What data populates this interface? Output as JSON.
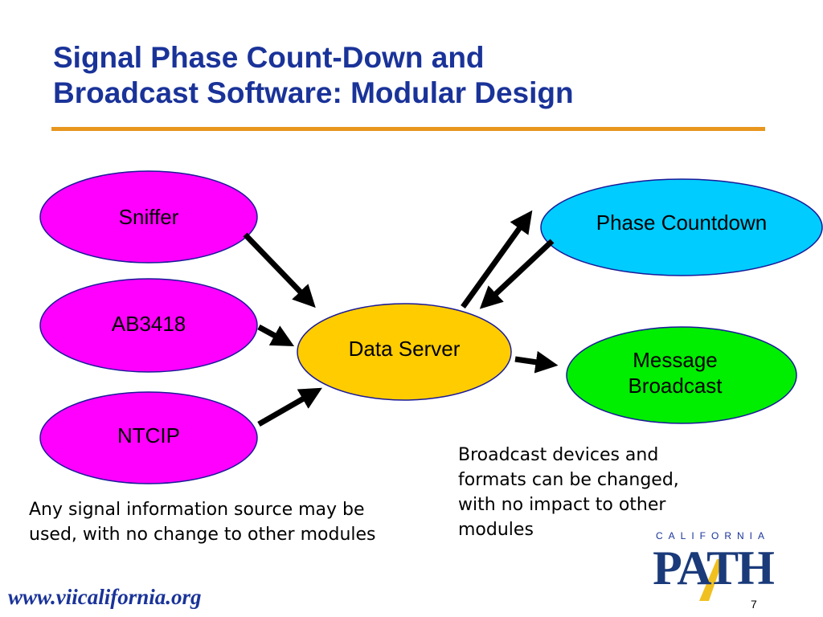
{
  "title": {
    "line1": "Signal Phase Count-Down and",
    "line2": "Broadcast Software: Modular Design"
  },
  "nodes": {
    "sniffer": "Sniffer",
    "ab3418": "AB3418",
    "ntcip": "NTCIP",
    "data_server": "Data Server",
    "phase_countdown": "Phase Countdown",
    "message_broadcast_line1": "Message",
    "message_broadcast_line2": "Broadcast"
  },
  "notes": {
    "sources": [
      "Any signal information source may be",
      "used, with no change to other modules"
    ],
    "broadcast": [
      "Broadcast devices and",
      "formats can be changed,",
      "with no impact to other",
      "modules"
    ]
  },
  "footer": {
    "url": "www.viicalifornia.org",
    "page": "7"
  },
  "logo": {
    "top_text": "CALIFORNIA",
    "main_text": "PATH"
  },
  "colors": {
    "title": "#1a3399",
    "rule": "#e8961e",
    "source_nodes": "#ff00ff",
    "data_server": "#ffcc00",
    "phase_countdown": "#00ccff",
    "message_broadcast": "#00ee00",
    "node_stroke": "#1a1a99"
  }
}
